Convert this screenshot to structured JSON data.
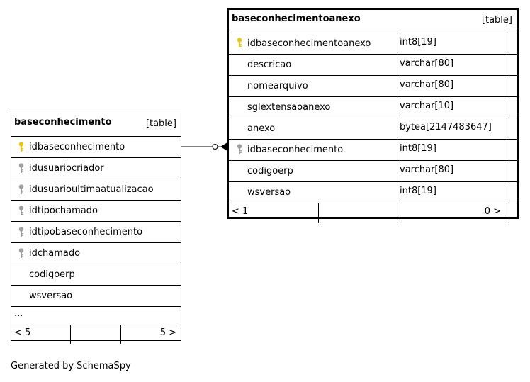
{
  "left_table": {
    "name": "baseconhecimento",
    "kind": "[table]",
    "columns": [
      {
        "name": "idbaseconhecimento",
        "key": "primary"
      },
      {
        "name": "idusuariocriador",
        "key": "foreign"
      },
      {
        "name": "idusuarioultimaatualizacao",
        "key": "foreign"
      },
      {
        "name": "idtipochamado",
        "key": "foreign"
      },
      {
        "name": "idtipobaseconhecimento",
        "key": "foreign"
      },
      {
        "name": "idchamado",
        "key": "foreign"
      },
      {
        "name": "codigoerp",
        "key": "none"
      },
      {
        "name": "wsversao",
        "key": "none"
      }
    ],
    "ellipsis": "...",
    "footer_left": "< 5",
    "footer_right": "5 >"
  },
  "right_table": {
    "name": "baseconhecimentoanexo",
    "kind": "[table]",
    "columns": [
      {
        "name": "idbaseconhecimentoanexo",
        "type": "int8[19]",
        "key": "primary"
      },
      {
        "name": "descricao",
        "type": "varchar[80]",
        "key": "none"
      },
      {
        "name": "nomearquivo",
        "type": "varchar[80]",
        "key": "none"
      },
      {
        "name": "sglextensaoanexo",
        "type": "varchar[10]",
        "key": "none"
      },
      {
        "name": "anexo",
        "type": "bytea[2147483647]",
        "key": "none"
      },
      {
        "name": "idbaseconhecimento",
        "type": "int8[19]",
        "key": "foreign"
      },
      {
        "name": "codigoerp",
        "type": "varchar[80]",
        "key": "none"
      },
      {
        "name": "wsversao",
        "type": "int8[19]",
        "key": "none"
      }
    ],
    "footer_left": "< 1",
    "footer_right": "0 >"
  },
  "caption": "Generated by SchemaSpy",
  "colors": {
    "primary_key": "#e8c817",
    "foreign_key": "#a0a0a0",
    "line": "#000000"
  }
}
